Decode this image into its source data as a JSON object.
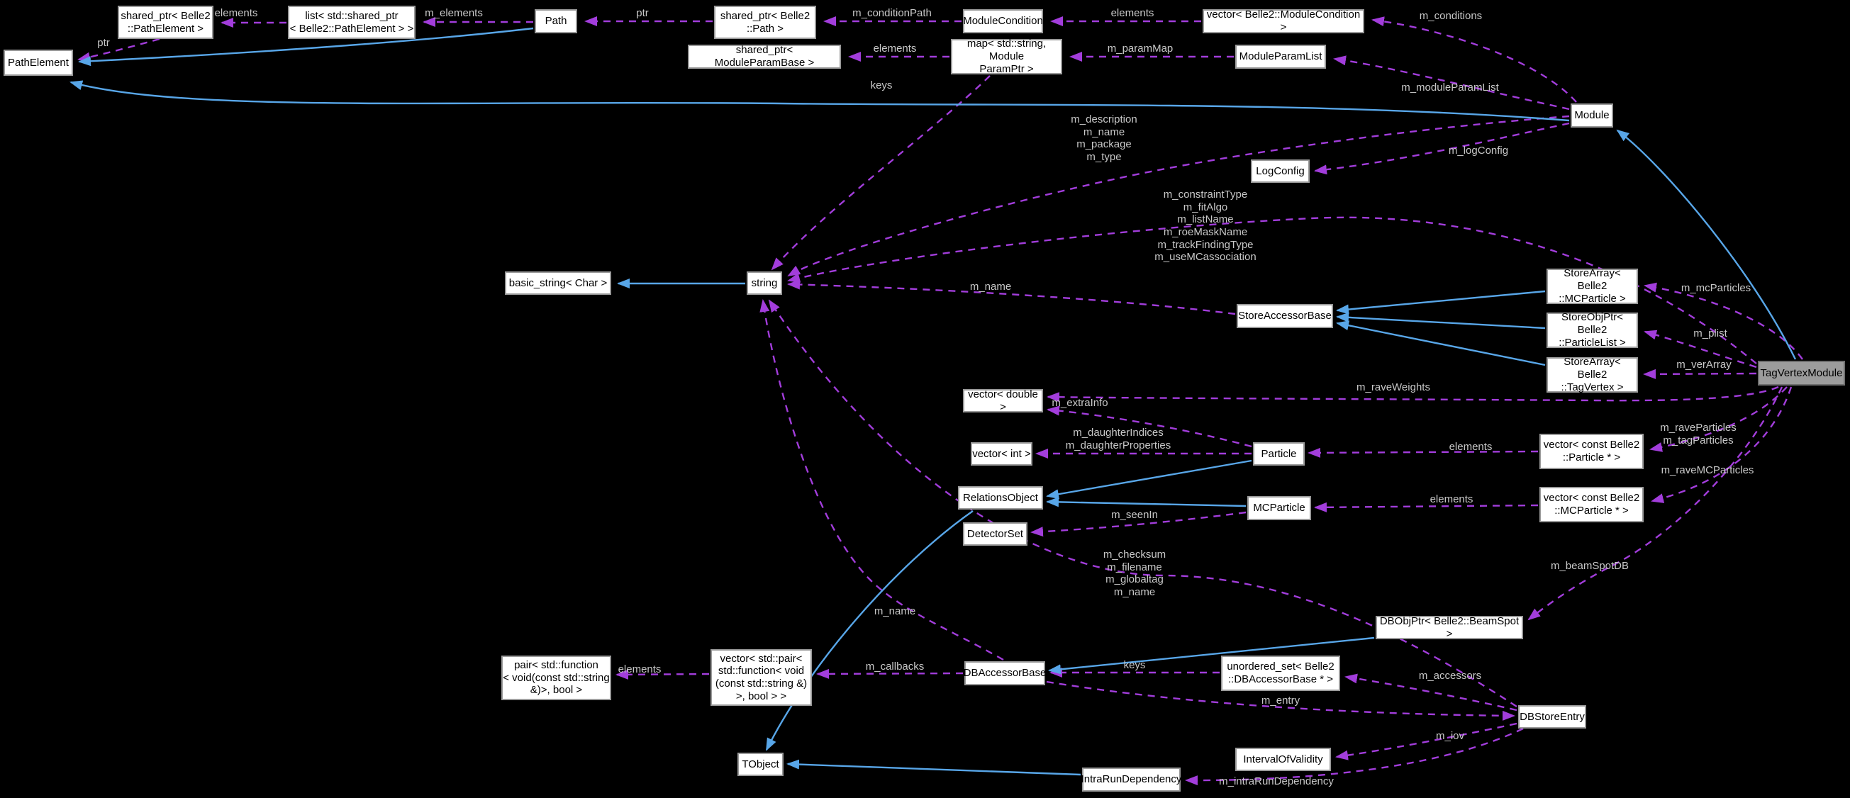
{
  "diagram": {
    "highlighted_node": "TagVertexModule",
    "colors": {
      "canvas_background": "#000000",
      "collaboration_edge": "#a23ddb",
      "inheritance_edge": "#58a6e8",
      "node_background": "#ffffff",
      "node_border": "#9a9a9a",
      "highlight_node_background": "#9c9c9c",
      "edge_label_color": "#c8c8c8"
    },
    "nodes": {
      "sp_pathelement": "shared_ptr< Belle2\n::PathElement >",
      "list_sp_pathelement": "list< std::shared_ptr\n< Belle2::PathElement > >",
      "path": "Path",
      "sp_path": "shared_ptr< Belle2\n::Path >",
      "modulecondition": "ModuleCondition",
      "vec_modulecondition": "vector< Belle2::ModuleCondition >",
      "pathelement": "PathElement",
      "sp_moduleparambase": "shared_ptr< ModuleParamBase >",
      "map_moduleparamptr": "map< std::string, Module\nParamPtr >",
      "moduleparamlist": "ModuleParamList",
      "module": "Module",
      "logconfig": "LogConfig",
      "basic_string": "basic_string< Char >",
      "string": "string",
      "storeaccessorbase": "StoreAccessorBase",
      "storearray_mcparticle": "StoreArray< Belle2\n::MCParticle >",
      "storeobjptr_particlelist": "StoreObjPtr< Belle2\n::ParticleList >",
      "storearray_tagvertex": "StoreArray< Belle2\n::TagVertex >",
      "tagvertexmodule": "TagVertexModule",
      "vec_double": "vector< double >",
      "vec_int": "vector< int >",
      "particle": "Particle",
      "vec_const_particle": "vector< const Belle2\n::Particle * >",
      "relationsobject": "RelationsObject",
      "mcparticle": "MCParticle",
      "vec_const_mcparticle": "vector< const Belle2\n::MCParticle * >",
      "detectorset": "DetectorSet",
      "dbobjptr_beamspot": "DBObjPtr< Belle2::BeamSpot >",
      "pair_function": "pair< std::function\n< void(const std::string\n&)>, bool >",
      "vec_pair_function": "vector< std::pair<\nstd::function< void\n(const std::string &)\n>, bool > >",
      "dbaccessorbase": "DBAccessorBase",
      "unordered_set_dbaccessor": "unordered_set< Belle2\n::DBAccessorBase * >",
      "dbstoreentry": "DBStoreEntry",
      "tobject": "TObject",
      "intervalofvalidity": "IntervalOfValidity",
      "intrarundependency": "IntraRunDependency"
    },
    "edge_labels": {
      "elements_list_to_spe": "elements",
      "m_elements": "m_elements",
      "ptr_spe": "ptr",
      "ptr_spp": "ptr",
      "m_conditionPath": "m_conditionPath",
      "elements_vmc": "elements",
      "m_conditions": "m_conditions",
      "elements_map": "elements",
      "m_paramMap": "m_paramMap",
      "m_moduleParamList": "m_moduleParamList",
      "keys_map_string": "keys",
      "module_string_members": "m_description\nm_name\nm_package\nm_type",
      "m_logConfig": "m_logConfig",
      "tvm_string_members": "m_constraintType\nm_fitAlgo\nm_listName\nm_roeMaskName\nm_trackFindingType\nm_useMCassociation",
      "m_name_sab": "m_name",
      "m_mcParticles": "m_mcParticles",
      "m_plist": "m_plist",
      "m_verArray": "m_verArray",
      "m_raveWeights": "m_raveWeights",
      "m_extraInfo": "m_extraInfo",
      "particle_vecint_members": "m_daughterIndices\nm_daughterProperties",
      "elements_vcp": "elements",
      "tvm_particles_members": "m_raveParticles\nm_tagParticles",
      "m_raveMCParticles": "m_raveMCParticles",
      "elements_vcmc": "elements",
      "m_seenIn": "m_seenIn",
      "dbse_string_members": "m_checksum\nm_filename\nm_globaltag\nm_name",
      "m_beamSpotDB": "m_beamSpotDB",
      "m_name_dba": "m_name",
      "elements_vecpair": "elements",
      "m_callbacks": "m_callbacks",
      "keys_us_dba": "keys",
      "m_entry": "m_entry",
      "m_accessors": "m_accessors",
      "m_iov": "m_iov",
      "m_intraRunDependency": "m_intraRunDependency"
    }
  }
}
